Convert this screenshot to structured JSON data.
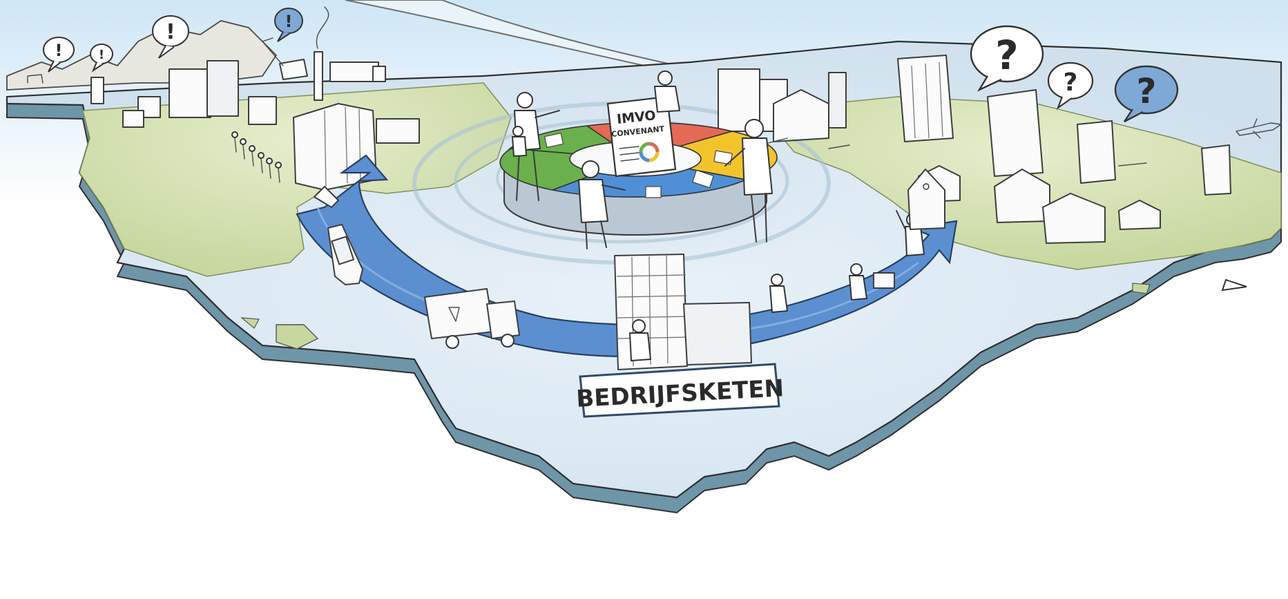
{
  "scene": {
    "covenant_sign": {
      "line1": "IMVO",
      "line2": "CONVENANT"
    },
    "banner_label": "BEDRIJFSKETEN",
    "left_callouts": [
      "!",
      "!",
      "!",
      "!"
    ],
    "right_callouts": [
      "?",
      "?",
      "?"
    ]
  },
  "colors": {
    "sky": "#d9ecf7",
    "land_green": "#cfdcab",
    "land_blue": "#dbe9f3",
    "land_edge": "#7d9fb0",
    "chain_arrow": "#5b8fd0",
    "ring_green": "#6ab04c",
    "ring_red": "#e46a55",
    "ring_yellow": "#f2c42c",
    "ring_blue": "#4f8fd6"
  }
}
